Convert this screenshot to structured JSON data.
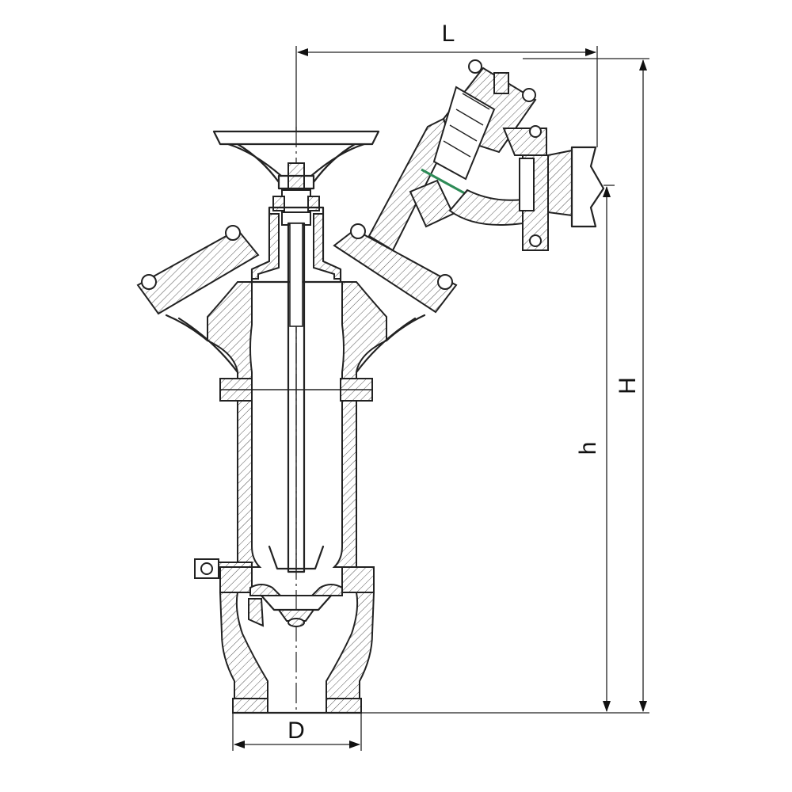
{
  "dimensions": {
    "length_label": "L",
    "total_height_label": "H",
    "body_height_label": "h",
    "diameter_label": "D"
  },
  "colors": {
    "line": "#222222",
    "seal_accent": "#2e8b57",
    "background": "#ffffff"
  }
}
